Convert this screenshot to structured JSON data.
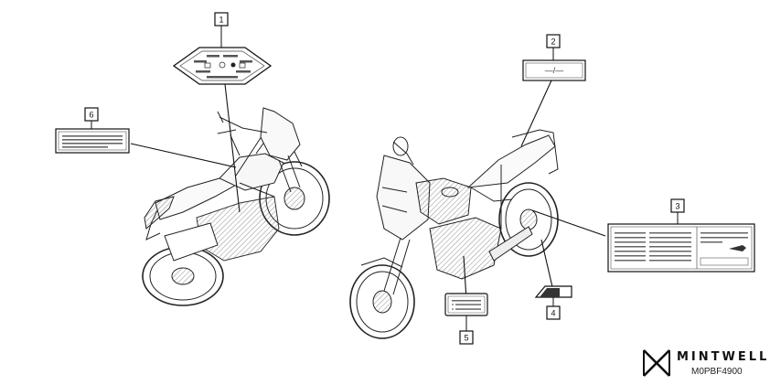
{
  "callouts": [
    {
      "number": "1"
    },
    {
      "number": "2"
    },
    {
      "number": "3"
    },
    {
      "number": "4"
    },
    {
      "number": "5"
    },
    {
      "number": "6"
    }
  ],
  "label_2": {
    "text": "—/—"
  },
  "brand": {
    "name": "MINTWELL",
    "code": "M0PBF4900"
  }
}
